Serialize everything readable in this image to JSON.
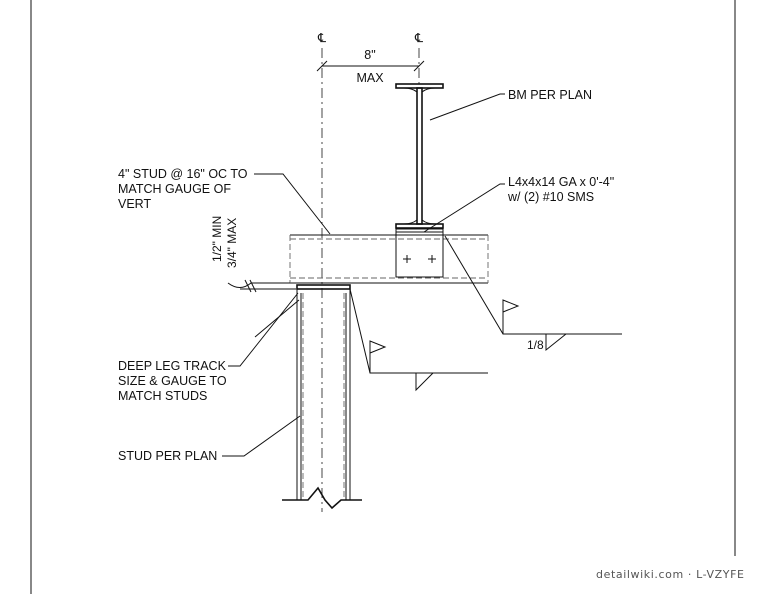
{
  "symbols": {
    "centerline": "℄"
  },
  "dimensions": {
    "spacing": "8\"",
    "spacing_note": "MAX"
  },
  "notes": {
    "beam": "BM PER PLAN",
    "angle_line1": "L4x4x14 GA x 0'-4\"",
    "angle_line2": "w/ (2) #10 SMS",
    "stud_line1": "4\" STUD @ 16\" OC TO",
    "stud_line2": "MATCH GAUGE OF",
    "stud_line3": "VERT",
    "gap_min": "1/2\" MIN",
    "gap_max": "3/4\" MAX",
    "track_line1": "DEEP LEG TRACK",
    "track_line2": "SIZE & GAUGE TO",
    "track_line3": "MATCH STUDS",
    "stud_plan": "STUD PER PLAN",
    "weld": "1/8"
  },
  "watermark": "detailwiki.com · L-VZYFE"
}
